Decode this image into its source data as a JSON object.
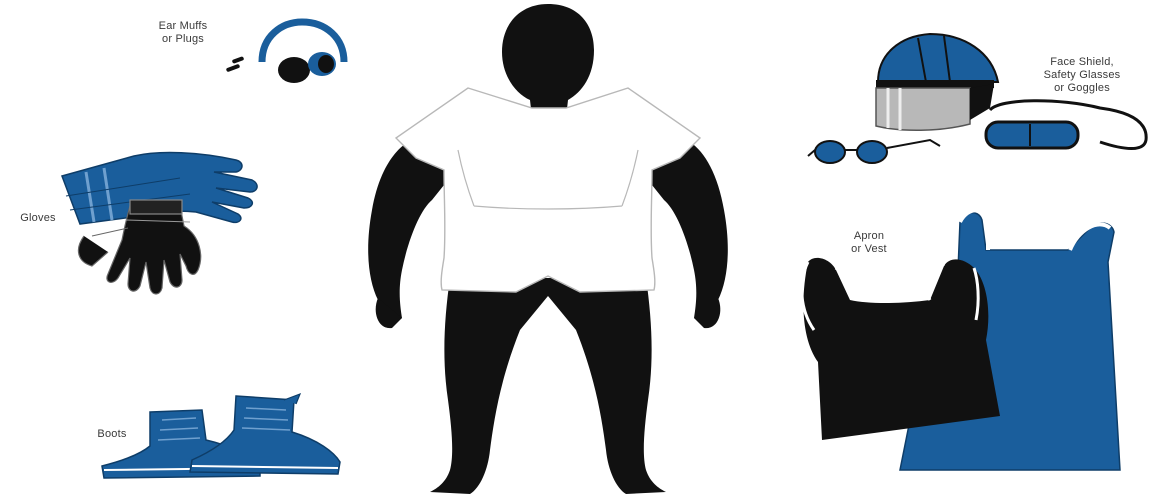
{
  "labels": {
    "ear_line1": "Ear Muffs",
    "ear_line2": "or Plugs",
    "face_line1": "Face Shield,",
    "face_line2": "Safety Glasses",
    "face_line3": "or Goggles",
    "gloves": "Gloves",
    "apron_line1": "Apron",
    "apron_line2": "or Vest",
    "boots": "Boots"
  },
  "colors": {
    "blue": "#1a5e9c",
    "black": "#111111",
    "white": "#ffffff",
    "outline": "#b8b8b8"
  }
}
